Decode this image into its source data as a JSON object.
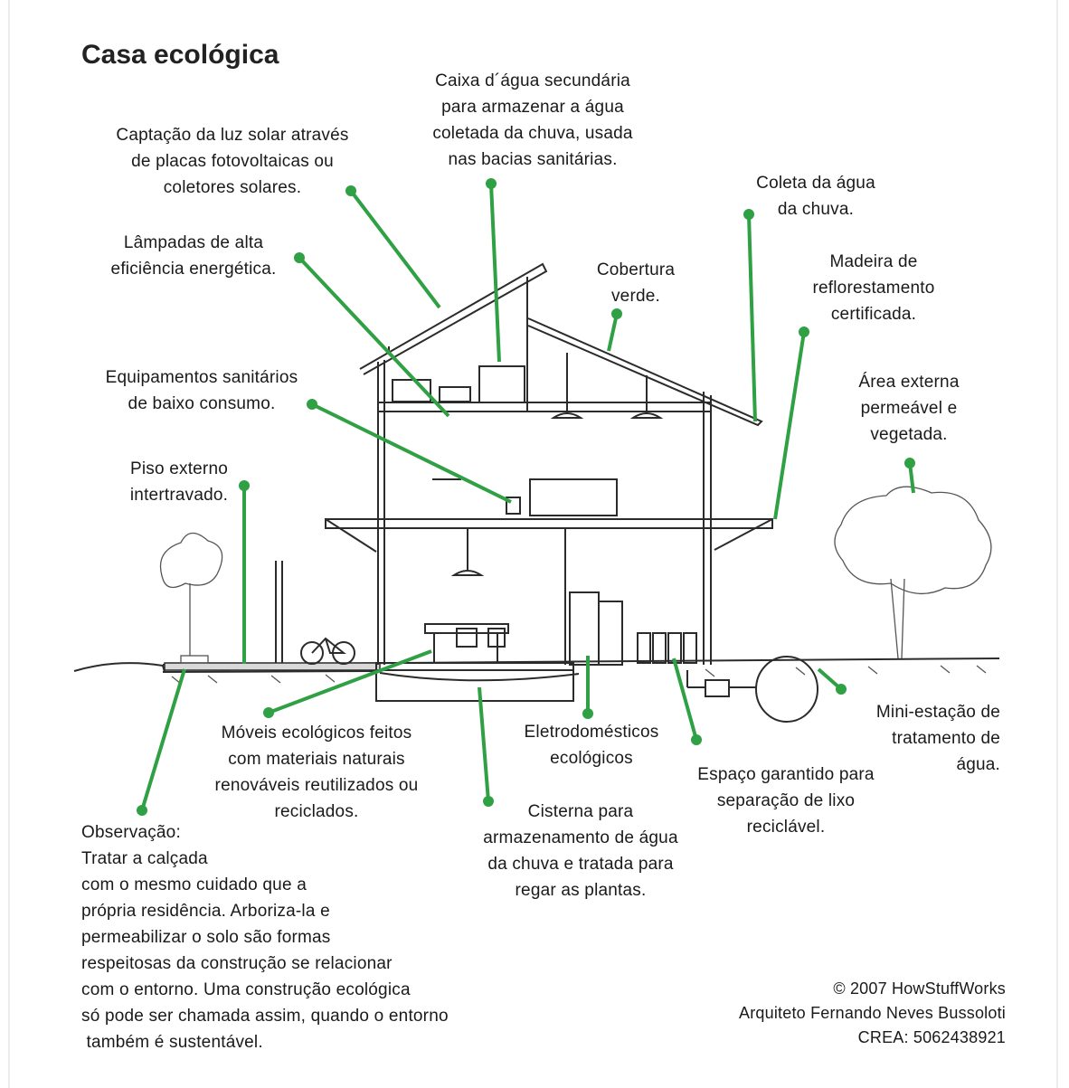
{
  "title": "Casa ecológica",
  "accent_color": "#2fa043",
  "labels": {
    "solar": "Captação da luz solar através\nde placas fotovoltaicas ou\ncoletores solares.",
    "tank": "Caixa d´água secundária\npara armazenar a água\ncoletada da chuva, usada\nnas bacias sanitárias.",
    "rain": "Coleta da água\nda chuva.",
    "lamps": "Lâmpadas de alta\neficiência energética.",
    "green_roof": "Cobertura\nverde.",
    "wood": "Madeira de\nreflorestamento\ncertificada.",
    "sanitary": "Equipamentos sanitários\nde baixo consumo.",
    "outdoor_area": "Área externa\npermeável e\nvegetada.",
    "floor": "Piso externo\nintertravado.",
    "furniture": "Móveis ecológicos feitos\ncom materiais naturais\nrenováveis reutilizados ou\nreciclados.",
    "appliances": "Eletrodomésticos\necológicos",
    "recycle": "Espaço garantido para\nseparação de lixo\nreciclável.",
    "station": "Mini-estação de\ntratamento de\nágua.",
    "cistern": "Cisterna para\narmazenamento de água\nda chuva e tratada para\nregar as plantas."
  },
  "note": "Observação:\nTratar a calçada\ncom o mesmo cuidado que a\nprópria residência. Arboriza-la e\npermeabilizar o solo são formas\nrespeitosas da construção se relacionar\ncom o entorno. Uma construção ecológica\nsó pode ser chamada assim, quando o entorno\n também é sustentável.",
  "credits": "© 2007 HowStuffWorks\nArquiteto Fernando Neves Bussoloti\nCREA: 5062438921"
}
